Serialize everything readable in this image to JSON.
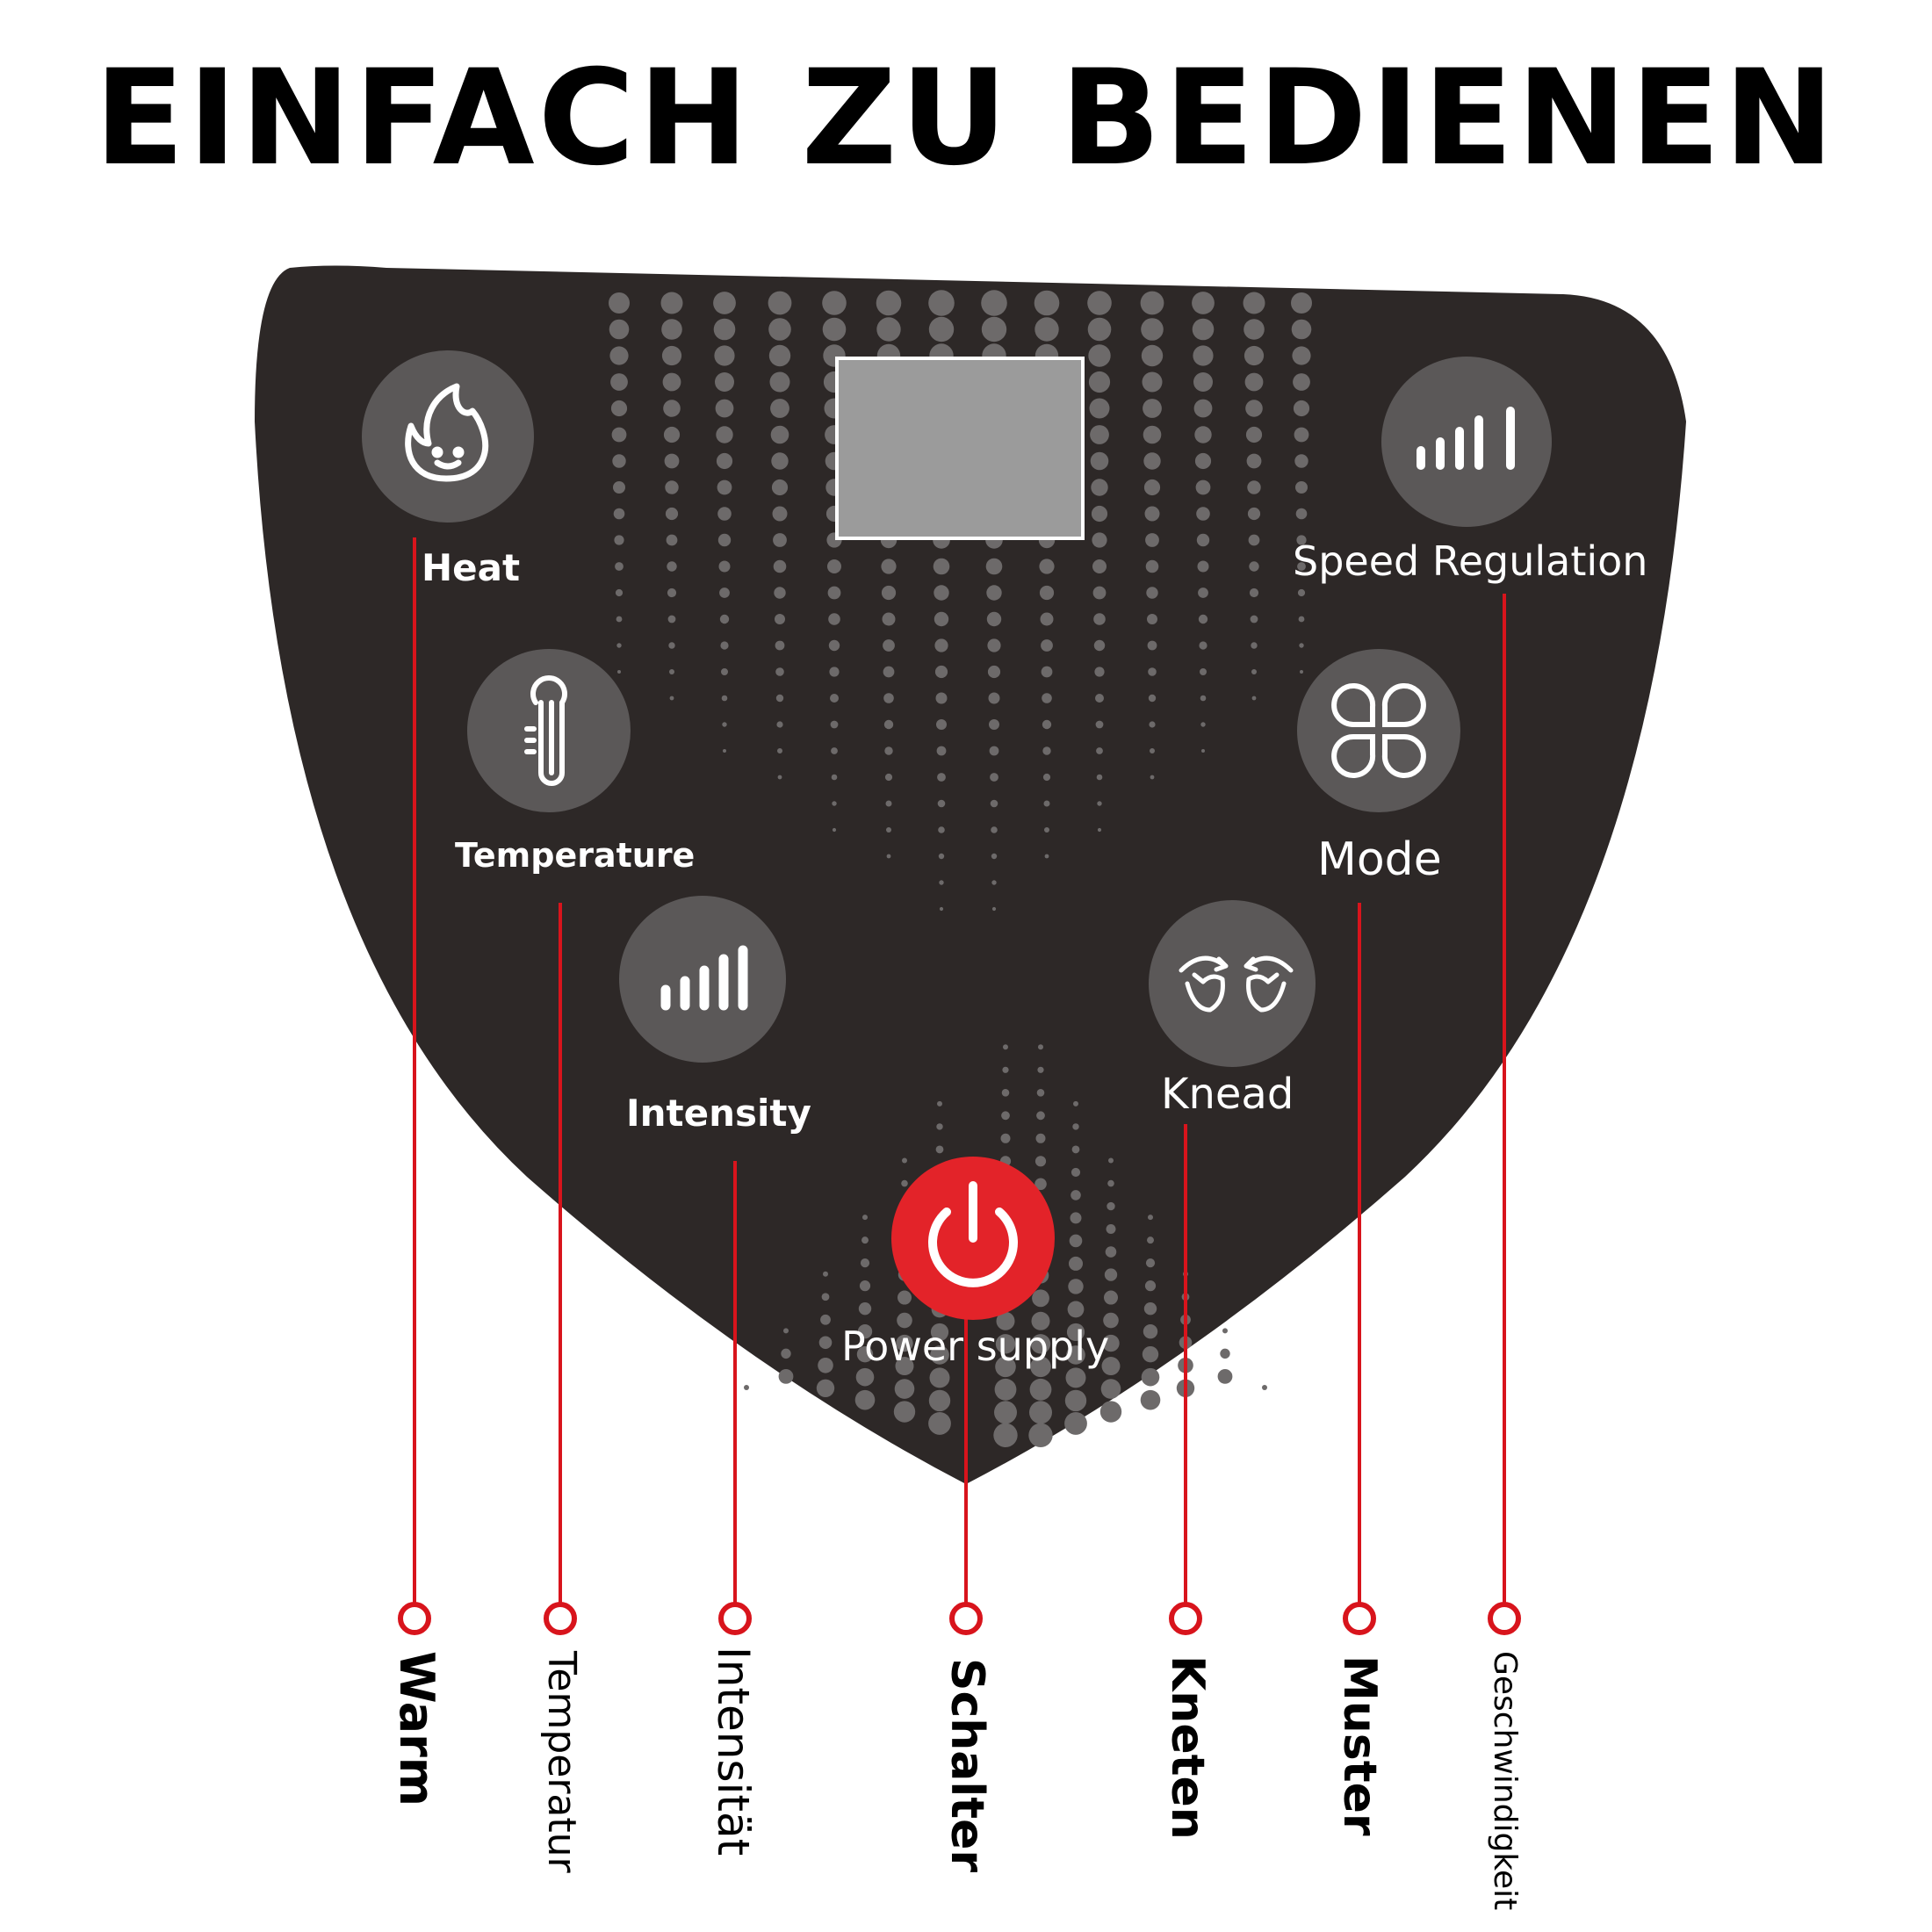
{
  "header": {
    "title": "EINFACH ZU BEDIENEN"
  },
  "panel": {
    "colors": {
      "panel": "#2d2827",
      "button": "#5b5858",
      "dots": "#6d6a6a",
      "screen": "#9b9b9b",
      "power": "#e32329",
      "leader": "#d8141c"
    },
    "buttons": {
      "heat": {
        "label": "Heat",
        "icon": "flame-icon"
      },
      "temperature": {
        "label": "Temperature",
        "icon": "thermometer-icon"
      },
      "intensity": {
        "label": "Intensity",
        "icon": "signal-bars-icon"
      },
      "power": {
        "label": "Power supply",
        "icon": "power-icon"
      },
      "knead": {
        "label": "Knead",
        "icon": "kneading-hands-icon"
      },
      "mode": {
        "label": "Mode",
        "icon": "four-petal-icon"
      },
      "speed": {
        "label": "Speed Regulation",
        "icon": "signal-bars-icon"
      }
    }
  },
  "legend": {
    "warm": "Warm",
    "temperatur": "Temperatur",
    "intensitaet": "Intensität",
    "schalter": "Schalter",
    "kneten": "Kneten",
    "muster": "Muster",
    "geschwindigkeit": "Geschwindigkeit"
  }
}
